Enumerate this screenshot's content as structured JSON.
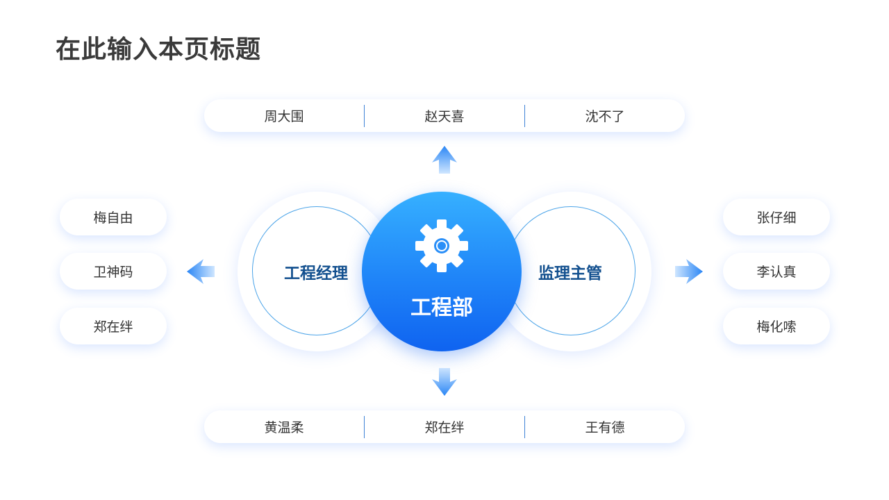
{
  "title": "在此输入本页标题",
  "center": {
    "label": "工程部",
    "icon": "gear-icon"
  },
  "left_role": "工程经理",
  "right_role": "监理主管",
  "top_members": [
    "周大围",
    "赵天喜",
    "沈不了"
  ],
  "bottom_members": [
    "黄温柔",
    "郑在绊",
    "王有德"
  ],
  "left_members": [
    "梅自由",
    "卫神码",
    "郑在绊"
  ],
  "right_members": [
    "张仔细",
    "李认真",
    "梅化嗦"
  ],
  "colors": {
    "accent_blue": "#1f84f8",
    "role_text": "#13508f",
    "title_text": "#3a3a3a"
  }
}
